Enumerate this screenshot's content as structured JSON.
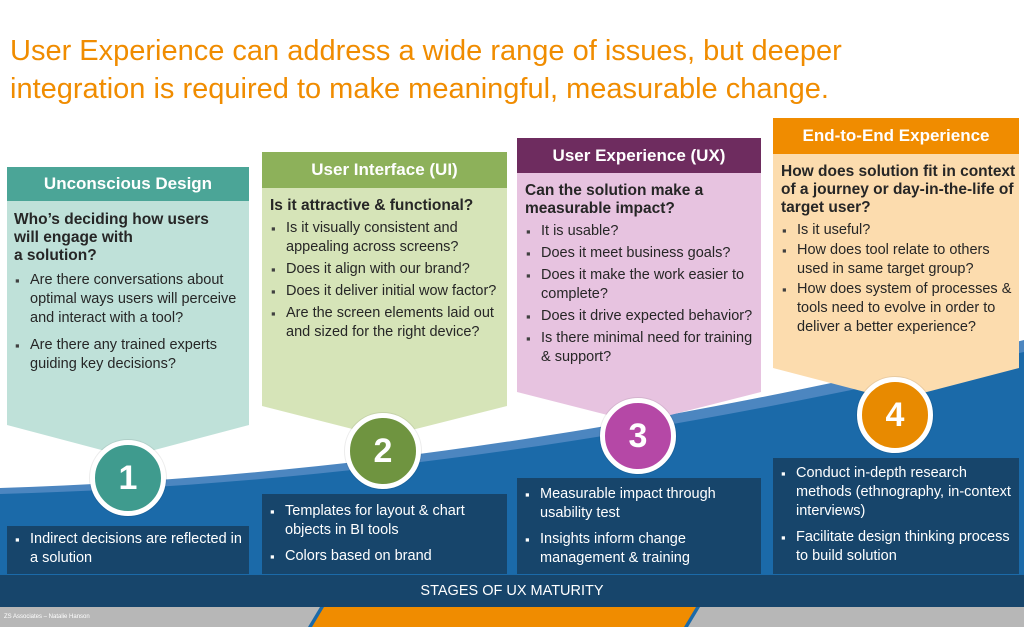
{
  "title": {
    "line1": "User Experience can address a wide range of issues, but deeper",
    "line2": "integration is required to make meaningful, measurable change."
  },
  "stages": [
    {
      "header": "Unconscious Design",
      "question": "Who’s deciding how users will engage with a solution?",
      "question_lines": [
        "Who’s deciding how users",
        "will engage with",
        "a solution?"
      ],
      "bullets": [
        "Are there conversations about optimal ways users will perceive and interact with a tool?",
        "Are there any trained experts guiding key decisions?"
      ],
      "number": "1",
      "actions": [
        "Indirect decisions are reflected in a solution"
      ],
      "colors": {
        "header": "#4ba597",
        "body": "#bfe1d9",
        "circle": "#3f9b8e"
      }
    },
    {
      "header": "User Interface (UI)",
      "question": "Is it attractive & functional?",
      "bullets": [
        "Is it visually consistent and appealing across screens?",
        "Does it align with our brand?",
        "Does it deliver initial wow factor?",
        "Are the screen elements laid out and sized for the right device?"
      ],
      "number": "2",
      "actions": [
        "Templates for layout & chart objects  in BI tools",
        "Colors based on brand"
      ],
      "colors": {
        "header": "#8db15a",
        "body": "#d6e4b8",
        "circle": "#6f9440"
      }
    },
    {
      "header": "User Experience (UX)",
      "question": "Can the solution make a measurable impact?",
      "bullets": [
        "It is usable?",
        "Does it meet business goals?",
        "Does it make the work easier to complete?",
        "Does it drive expected behavior?",
        "Is there minimal need for training & support?"
      ],
      "number": "3",
      "actions": [
        "Measurable impact through usability test",
        "Insights inform change management & training"
      ],
      "colors": {
        "header": "#6e2c5f",
        "body": "#e7c3e0",
        "circle": "#b548a6"
      }
    },
    {
      "header": "End-to-End Experience",
      "question": "How does solution fit in context of a journey or day-in-the-life of target user?",
      "bullets": [
        "Is it useful?",
        "How does tool relate to others used in same target group?",
        "How does system of processes & tools need to evolve in order to deliver a better experience?"
      ],
      "number": "4",
      "actions": [
        "Conduct in-depth research methods (ethnography, in-context interviews)",
        "Facilitate design thinking process to build solution"
      ],
      "colors": {
        "header": "#f08c00",
        "body": "#fcdcae",
        "circle": "#e88a00"
      }
    }
  ],
  "stages_label": "STAGES OF UX MATURITY",
  "footer": "ZS Associates – Natalie Hanson",
  "colors": {
    "title": "#f08c00",
    "navy": "#17456b",
    "wave_blue": "#1b6aa9",
    "footer_gray": "#b7b7b7",
    "footer_orange": "#f08c00"
  }
}
